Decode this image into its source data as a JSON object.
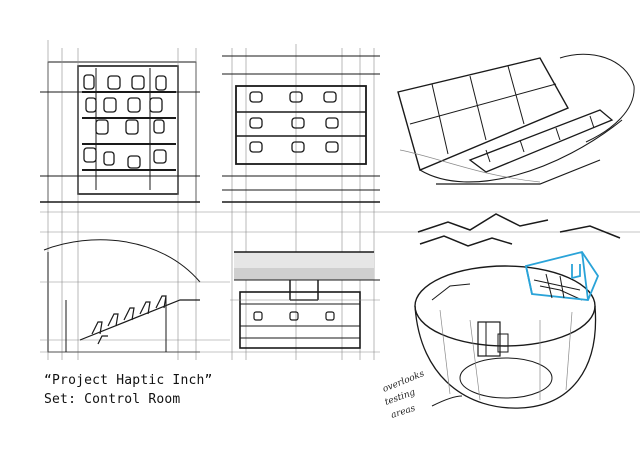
{
  "caption": {
    "project": "“Project Haptic Inch”",
    "set": "Set: Control Room"
  },
  "annotation": {
    "note_line1": "overlooks",
    "note_line2": "testing",
    "note_line3": "areas"
  },
  "colors": {
    "ink": "#1a1a1a",
    "guide": "#8a8a8a",
    "accent": "#2aa3d8",
    "paper": "#ffffff"
  }
}
